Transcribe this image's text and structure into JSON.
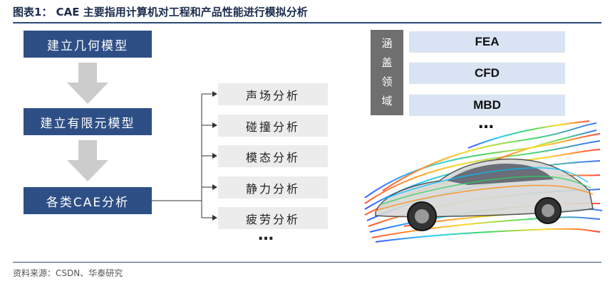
{
  "figure": {
    "title": "图表1：  CAE 主要指用计算机对工程和产品性能进行模拟分析",
    "source": "资料来源：CSDN、华泰研究"
  },
  "flow": {
    "steps": [
      "建立几何模型",
      "建立有限元模型",
      "各类CAE分析"
    ],
    "analyses": [
      "声场分析",
      "碰撞分析",
      "模态分析",
      "静力分析",
      "疲劳分析"
    ],
    "more": "…"
  },
  "domains": {
    "label_chars": [
      "涵",
      "盖",
      "领",
      "域"
    ],
    "fields": [
      "FEA",
      "CFD",
      "MBD"
    ],
    "more": "…"
  },
  "colors": {
    "step_box": "#2e4f86",
    "analysis_box": "#ececec",
    "domain_label": "#6f6f6f",
    "field_box": "#d9e3f3",
    "arrow": "#cccccc"
  }
}
